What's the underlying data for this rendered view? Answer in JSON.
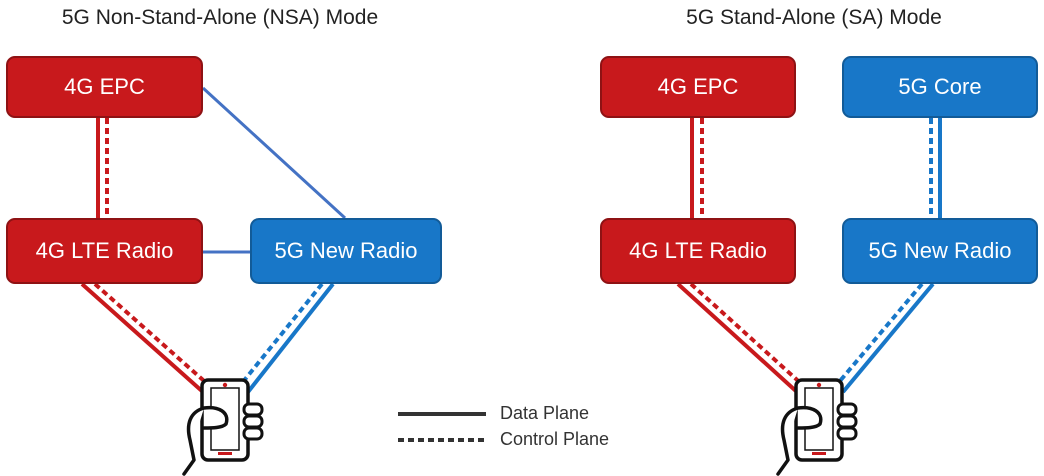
{
  "nsa": {
    "title": "5G Non-Stand-Alone (NSA) Mode",
    "epc": "4G EPC",
    "lte_radio": "4G LTE Radio",
    "nr_radio": "5G New Radio"
  },
  "sa": {
    "title": "5G Stand-Alone (SA) Mode",
    "epc": "4G EPC",
    "core": "5G Core",
    "lte_radio": "4G LTE Radio",
    "nr_radio": "5G New Radio"
  },
  "legend": {
    "data_plane": "Data Plane",
    "control_plane": "Control Plane"
  },
  "colors": {
    "red": "#c8191c",
    "blue": "#1877c8",
    "line_blue": "#4472c4",
    "legend_line": "#333333"
  },
  "icons": {
    "device": "phone-in-hand-icon"
  }
}
